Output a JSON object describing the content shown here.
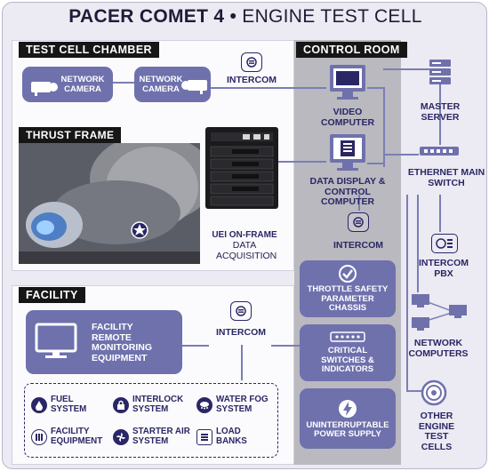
{
  "title": {
    "main": "PACER COMET 4",
    "bullet": "•",
    "sub": "ENGINE TEST CELL"
  },
  "test_cell": {
    "label": "TEST CELL CHAMBER",
    "camera1": "NETWORK CAMERA",
    "camera2": "NETWORK CAMERA",
    "intercom": "INTERCOM",
    "thrust_frame": "THRUST FRAME",
    "daq_line1": "UEI ON-FRAME",
    "daq_line2": "DATA ACQUISITION"
  },
  "control_room": {
    "label": "CONTROL ROOM",
    "video_computer": "VIDEO COMPUTER",
    "data_display": "DATA DISPLAY & CONTROL COMPUTER",
    "intercom": "INTERCOM",
    "throttle": "THROTTLE SAFETY PARAMETER CHASSIS",
    "switches": "CRITICAL SWITCHES & INDICATORS",
    "ups": "UNINTERRUPTABLE POWER SUPPLY"
  },
  "network": {
    "master_server": "MASTER SERVER",
    "ethernet_switch": "ETHERNET MAIN SWITCH",
    "intercom_pbx": "INTERCOM PBX",
    "network_computers": "NETWORK COMPUTERS",
    "other_cells": "OTHER ENGINE TEST CELLS"
  },
  "facility": {
    "label": "FACILITY",
    "monitoring": "FACILITY REMOTE MONITORING EQUIPMENT",
    "intercom": "INTERCOM",
    "systems": [
      {
        "label": "FUEL SYSTEM",
        "icon": "fuel-drop-icon"
      },
      {
        "label": "INTERLOCK SYSTEM",
        "icon": "lock-icon"
      },
      {
        "label": "WATER FOG SYSTEM",
        "icon": "water-fog-icon"
      },
      {
        "label": "FACILITY EQUIPMENT",
        "icon": "equipment-icon"
      },
      {
        "label": "STARTER AIR SYSTEM",
        "icon": "fan-icon"
      },
      {
        "label": "LOAD BANKS",
        "icon": "load-bank-icon"
      }
    ]
  },
  "colors": {
    "accent": "#6f71ad",
    "dark": "#2a2766",
    "control_room_bg": "#b9b9bf",
    "panel": "#fbfbfd"
  }
}
